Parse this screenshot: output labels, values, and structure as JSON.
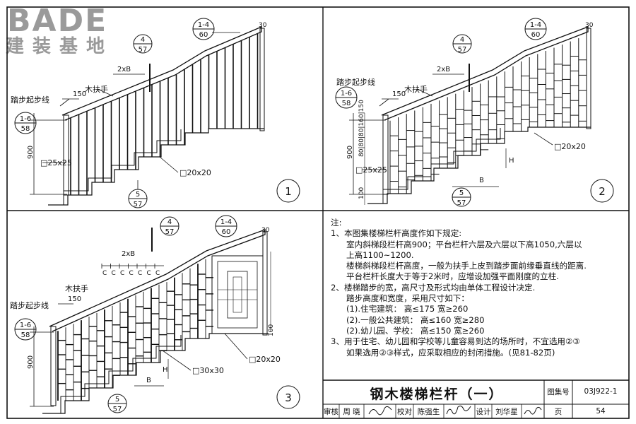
{
  "logo": {
    "brand": "BADE",
    "subtitle": "建装基地"
  },
  "panels": [
    {
      "number": "1",
      "labels": {
        "handrail": "木扶手",
        "step_start": "踏步起步线",
        "offset": "150",
        "spacing": "2xB",
        "height": "900",
        "post": "□25x25",
        "baluster": "□20x20",
        "edge": "30"
      },
      "refs": [
        {
          "top": "1-4",
          "bottom": "60"
        },
        {
          "top": "4",
          "bottom": "57"
        },
        {
          "top": "1-6",
          "bottom": "58"
        },
        {
          "top": "5",
          "bottom": "57"
        }
      ]
    },
    {
      "number": "2",
      "labels": {
        "handrail": "木扶手",
        "step_start": "踏步起步线",
        "offset": "150",
        "spacing": "2xB",
        "height": "900",
        "post": "□25x25",
        "baluster": "□20x20",
        "edge": "30",
        "stack": "80|80|80|160|150",
        "bottom_gap": "100",
        "tread": "B",
        "rise": "H"
      },
      "refs": [
        {
          "top": "1-4",
          "bottom": "60"
        },
        {
          "top": "4",
          "bottom": "57"
        },
        {
          "top": "1-6",
          "bottom": "58"
        },
        {
          "top": "5",
          "bottom": "57"
        }
      ]
    },
    {
      "number": "3",
      "labels": {
        "handrail": "木扶手",
        "step_start": "踏步起步线",
        "offset": "150",
        "spacing": "2xB",
        "height": "900",
        "post": "□30x30",
        "baluster": "□20x20",
        "edge": "30",
        "c_marks": [
          "C",
          "C",
          "C",
          "C",
          "C",
          "C",
          "C"
        ],
        "tread": "B",
        "rise": "H",
        "bottom_gap": "100"
      },
      "refs": [
        {
          "top": "1-4",
          "bottom": "60"
        },
        {
          "top": "4",
          "bottom": "57"
        },
        {
          "top": "1-6",
          "bottom": "58"
        },
        {
          "top": "5",
          "bottom": "57"
        }
      ]
    }
  ],
  "notes": {
    "heading": "注:",
    "items": [
      {
        "text": "1、本图集楼梯栏杆高度作如下规定:",
        "indent": 0
      },
      {
        "text": "室内斜梯段栏杆高900；平台栏杆六层及六层以下高1050,六层以",
        "indent": 1
      },
      {
        "text": "上高1100~1200.",
        "indent": 1
      },
      {
        "text": "楼梯斜梯段栏杆高度，一般为扶手上皮到踏步面前缘垂直线的距离.",
        "indent": 1
      },
      {
        "text": "平台栏杆长度大于等于2米时，应增设加强平面刚度的立柱.",
        "indent": 1
      },
      {
        "text": "2、楼梯踏步的宽，高尺寸及形式均由单体工程设计决定.",
        "indent": 0
      },
      {
        "text": "踏步高度和宽度，采用尺寸如下：",
        "indent": 1
      },
      {
        "text": "(1).住宅建筑：         高≤175  宽≥260",
        "indent": 1
      },
      {
        "text": "(2).一般公共建筑：      高≤160  宽≥280",
        "indent": 1
      },
      {
        "text": "(2).幼儿园、学校：      高≤150  宽≥260",
        "indent": 1
      },
      {
        "text": "3、用于住宅、幼儿园和学校等儿童容易到达的场所时，不宜选用②③",
        "indent": 0
      },
      {
        "text": "如果选用②③样式，应采取相应的封闭措施。(见81-82页)",
        "indent": 1
      }
    ]
  },
  "title_block": {
    "title": "钢木楼梯栏杆（一）",
    "atlas_label": "图集号",
    "atlas_no": "03J922-1",
    "review_label": "审核",
    "review_name": "周 晓",
    "check_label": "校对",
    "check_name": "陈强生",
    "design_label": "设计",
    "design_name": "刘华星",
    "page_label": "页",
    "page_no": "54"
  }
}
